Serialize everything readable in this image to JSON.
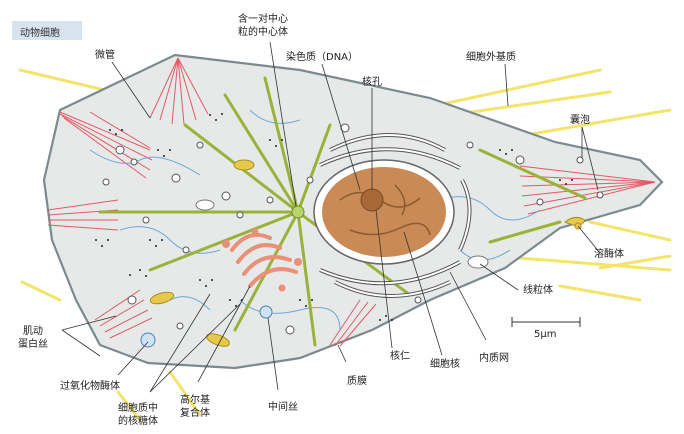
{
  "title": "动物细胞",
  "labels": {
    "microtubule": "微管",
    "centrosome": "含一对中心\n粒的中心体",
    "chromatin": "染色质（DNA）",
    "nuclear_pore": "核孔",
    "ecm": "细胞外基质",
    "vesicle": "囊泡",
    "lysosome": "溶酶体",
    "mitochondrion": "线粒体",
    "scale": "5μm",
    "er": "内质网",
    "nucleus": "细胞核",
    "nucleolus": "核仁",
    "plasma_membrane": "质膜",
    "intermediate_filament": "中间丝",
    "golgi": "高尔基\n复合体",
    "ribosomes": "细胞质中\n的核糖体",
    "peroxisome": "过氧化物酶体",
    "actin": "肌动\n蛋白丝"
  },
  "colors": {
    "cytoplasm": "#e6e9e8",
    "membrane": "#7c8a8e",
    "nucleus": "#c98a55",
    "microtubule": "#9ab23a",
    "actin": "#e05a66",
    "ecm": "#f2e36a",
    "golgi": "#e8907a",
    "mito": "#e6c84a",
    "er_blue": "#6aa9d8"
  }
}
